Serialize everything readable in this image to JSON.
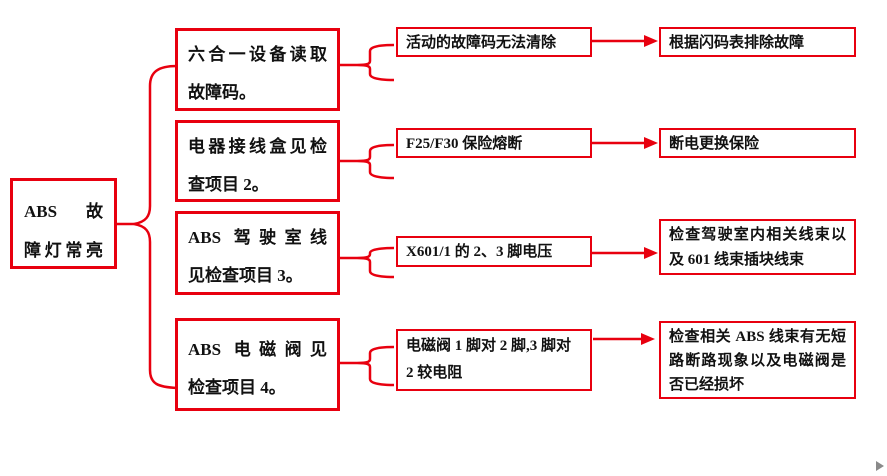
{
  "colors": {
    "accent": "#e8000f",
    "text": "#111111",
    "background": "#ffffff"
  },
  "root_box": {
    "line1": "ABS 故",
    "line2": "障灯常亮"
  },
  "branches": [
    {
      "check_line1": "六合一设备读取",
      "check_line2": "故障码。",
      "symptom": "活动的故障码无法清除",
      "action": "根据闪码表排除故障"
    },
    {
      "check_line1": "电器接线盒见检",
      "check_line2": "查项目 2。",
      "symptom": "F25/F30 保险熔断",
      "action": "断电更换保险"
    },
    {
      "check_line1": "ABS 驾驶室线",
      "check_line2": "见检查项目 3。",
      "symptom": "X601/1 的 2、3 脚电压",
      "action": "检查驾驶室内相关线束以及 601 线束插块线束"
    },
    {
      "check_line1": "ABS 电磁阀见",
      "check_line2": "检查项目 4。",
      "symptom": "电磁阀 1 脚对 2 脚,3 脚对 2 较电阻",
      "action": "检查相关 ABS 线束有无短路断路现象以及电磁阀是否已经损坏"
    }
  ]
}
